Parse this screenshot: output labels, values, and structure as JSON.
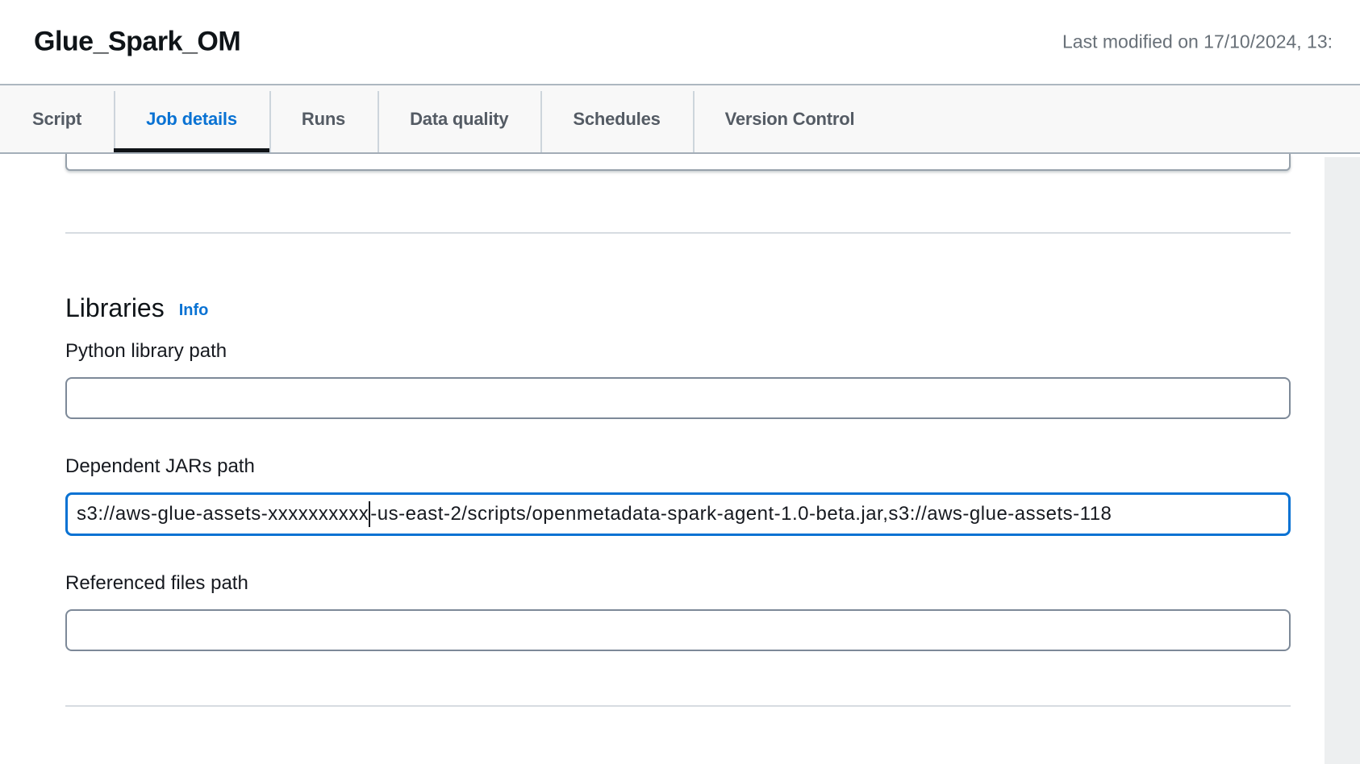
{
  "header": {
    "title": "Glue_Spark_OM",
    "last_modified": "Last modified on 17/10/2024, 13:"
  },
  "tabs": {
    "items": [
      {
        "label": "Script",
        "active": false
      },
      {
        "label": "Job details",
        "active": true
      },
      {
        "label": "Runs",
        "active": false
      },
      {
        "label": "Data quality",
        "active": false
      },
      {
        "label": "Schedules",
        "active": false
      },
      {
        "label": "Version Control",
        "active": false
      }
    ]
  },
  "libraries": {
    "heading": "Libraries",
    "info_label": "Info",
    "fields": [
      {
        "label": "Python library path",
        "value": "",
        "focused": false
      },
      {
        "label": "Dependent JARs path",
        "value": "s3://aws-glue-assets-xxxxxxxxxx-us-east-2/scripts/openmetadata-spark-agent-1.0-beta.jar,s3://aws-glue-assets-118",
        "value_before_caret": "s3://aws-glue-assets-xxxxxxxxxx",
        "value_after_caret": "-us-east-2/scripts/openmetadata-spark-agent-1.0-beta.jar,s3://aws-glue-assets-118",
        "focused": true
      },
      {
        "label": "Referenced files path",
        "value": "",
        "focused": false
      }
    ]
  },
  "colors": {
    "accent_blue": "#0972d3",
    "active_tab_underline": "#0f1317",
    "focus_border": "#0972d3",
    "divider": "#d7dce1"
  }
}
